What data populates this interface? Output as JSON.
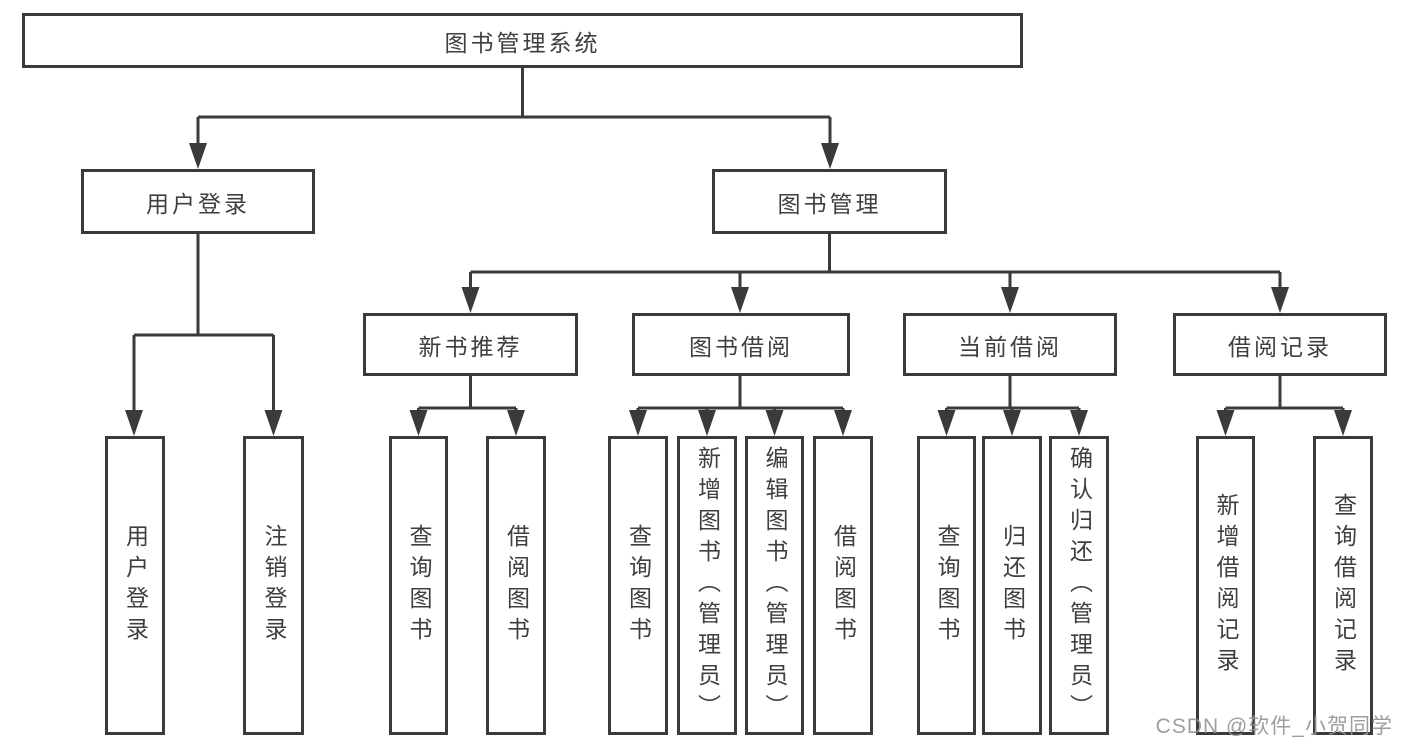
{
  "diagram_type": "hierarchy-tree",
  "colors": {
    "background": "#ffffff",
    "line": "#3a3a3a",
    "text": "#3f3f3f",
    "watermark_text": "#949494"
  },
  "tree": {
    "label": "图书管理系统",
    "children": [
      {
        "label": "用户登录",
        "children": [
          {
            "label": "用户登录"
          },
          {
            "label": "注销登录"
          }
        ]
      },
      {
        "label": "图书管理",
        "children": [
          {
            "label": "新书推荐",
            "children": [
              {
                "label": "查询图书"
              },
              {
                "label": "借阅图书"
              }
            ]
          },
          {
            "label": "图书借阅",
            "children": [
              {
                "label": "查询图书"
              },
              {
                "label": "新增图书（管理员）"
              },
              {
                "label": "编辑图书（管理员）"
              },
              {
                "label": "借阅图书"
              }
            ]
          },
          {
            "label": "当前借阅",
            "children": [
              {
                "label": "查询图书"
              },
              {
                "label": "归还图书"
              },
              {
                "label": "确认归还（管理员）"
              }
            ]
          },
          {
            "label": "借阅记录",
            "children": [
              {
                "label": "新增借阅记录"
              },
              {
                "label": "查询借阅记录"
              }
            ]
          }
        ]
      }
    ]
  },
  "watermark": {
    "text": "CSDN @软件_小贺同学"
  }
}
